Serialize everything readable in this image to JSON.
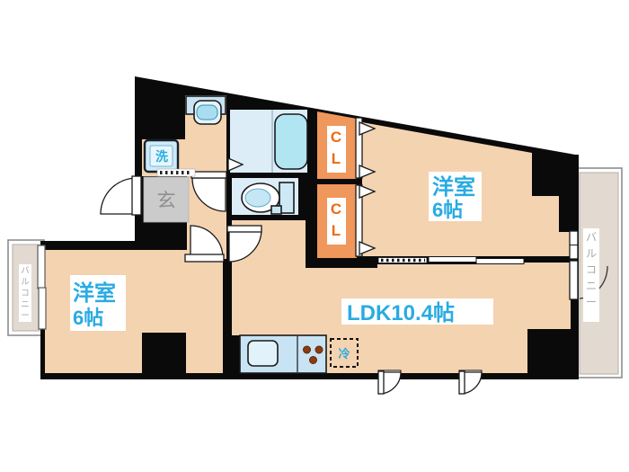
{
  "plan": {
    "type": "apartment-floor-plan",
    "rooms": {
      "bedroom_top_right": {
        "name": "洋室",
        "size": "6帖"
      },
      "bedroom_bottom_left": {
        "name": "洋室",
        "size": "6帖"
      },
      "ldk": {
        "label": "LDK10.4帖"
      },
      "entrance": {
        "label": "玄"
      },
      "washing_machine": {
        "label": "洗"
      },
      "refrigerator": {
        "label": "冷"
      },
      "closet_upper": {
        "label": "CL"
      },
      "closet_lower": {
        "label": "CL"
      },
      "balcony_right": {
        "label": "バルコニー"
      },
      "balcony_left": {
        "label": "バルコニー"
      }
    },
    "colors": {
      "wall": "#0a0a0a",
      "room": "#f4d3b1",
      "wet_room": "#dcedf7",
      "fixture_blue": "#b2e5f2",
      "counter_blue": "#c8e3f3",
      "closet": "#f0975c",
      "entrance_floor": "#cbcbcb",
      "entrance_text": "#8f8f8f",
      "balcony_floor": "#e2dad1",
      "balcony_text": "#a9a9a9",
      "label_text": "#29abe2",
      "closet_text": "#ee6a0e",
      "burner": "#8a3c0f"
    }
  }
}
